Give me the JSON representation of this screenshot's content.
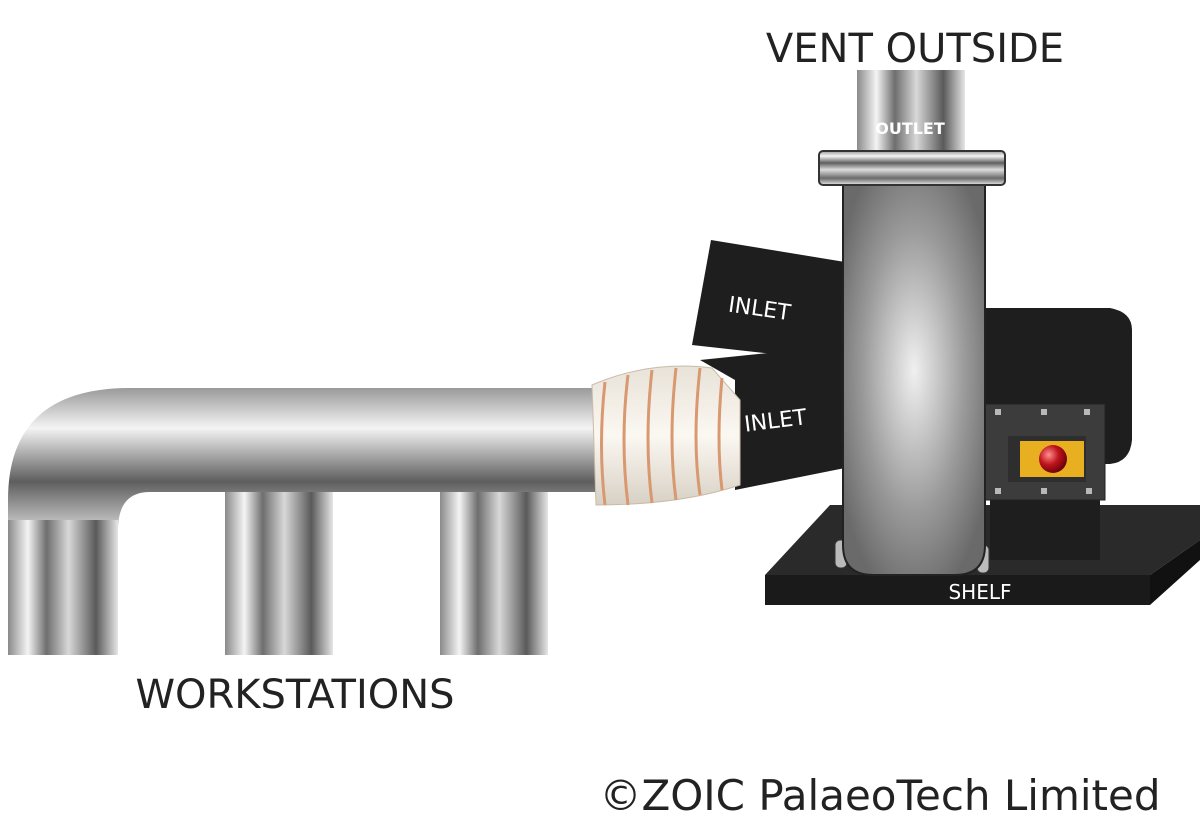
{
  "labels": {
    "vent_outside": "VENT OUTSIDE",
    "outlet": "OUTLET",
    "inlet_upper": "INLET",
    "inlet_lower": "INLET",
    "shelf": "SHELF",
    "workstations": "WORKSTATIONS",
    "copyright": "©ZOIC PalaeoTech Limited"
  },
  "colors": {
    "unit_black": "#1e1e1e",
    "control_panel": "#e8b020",
    "button_red": "#c0141c",
    "hose_copper": "#d89870"
  }
}
